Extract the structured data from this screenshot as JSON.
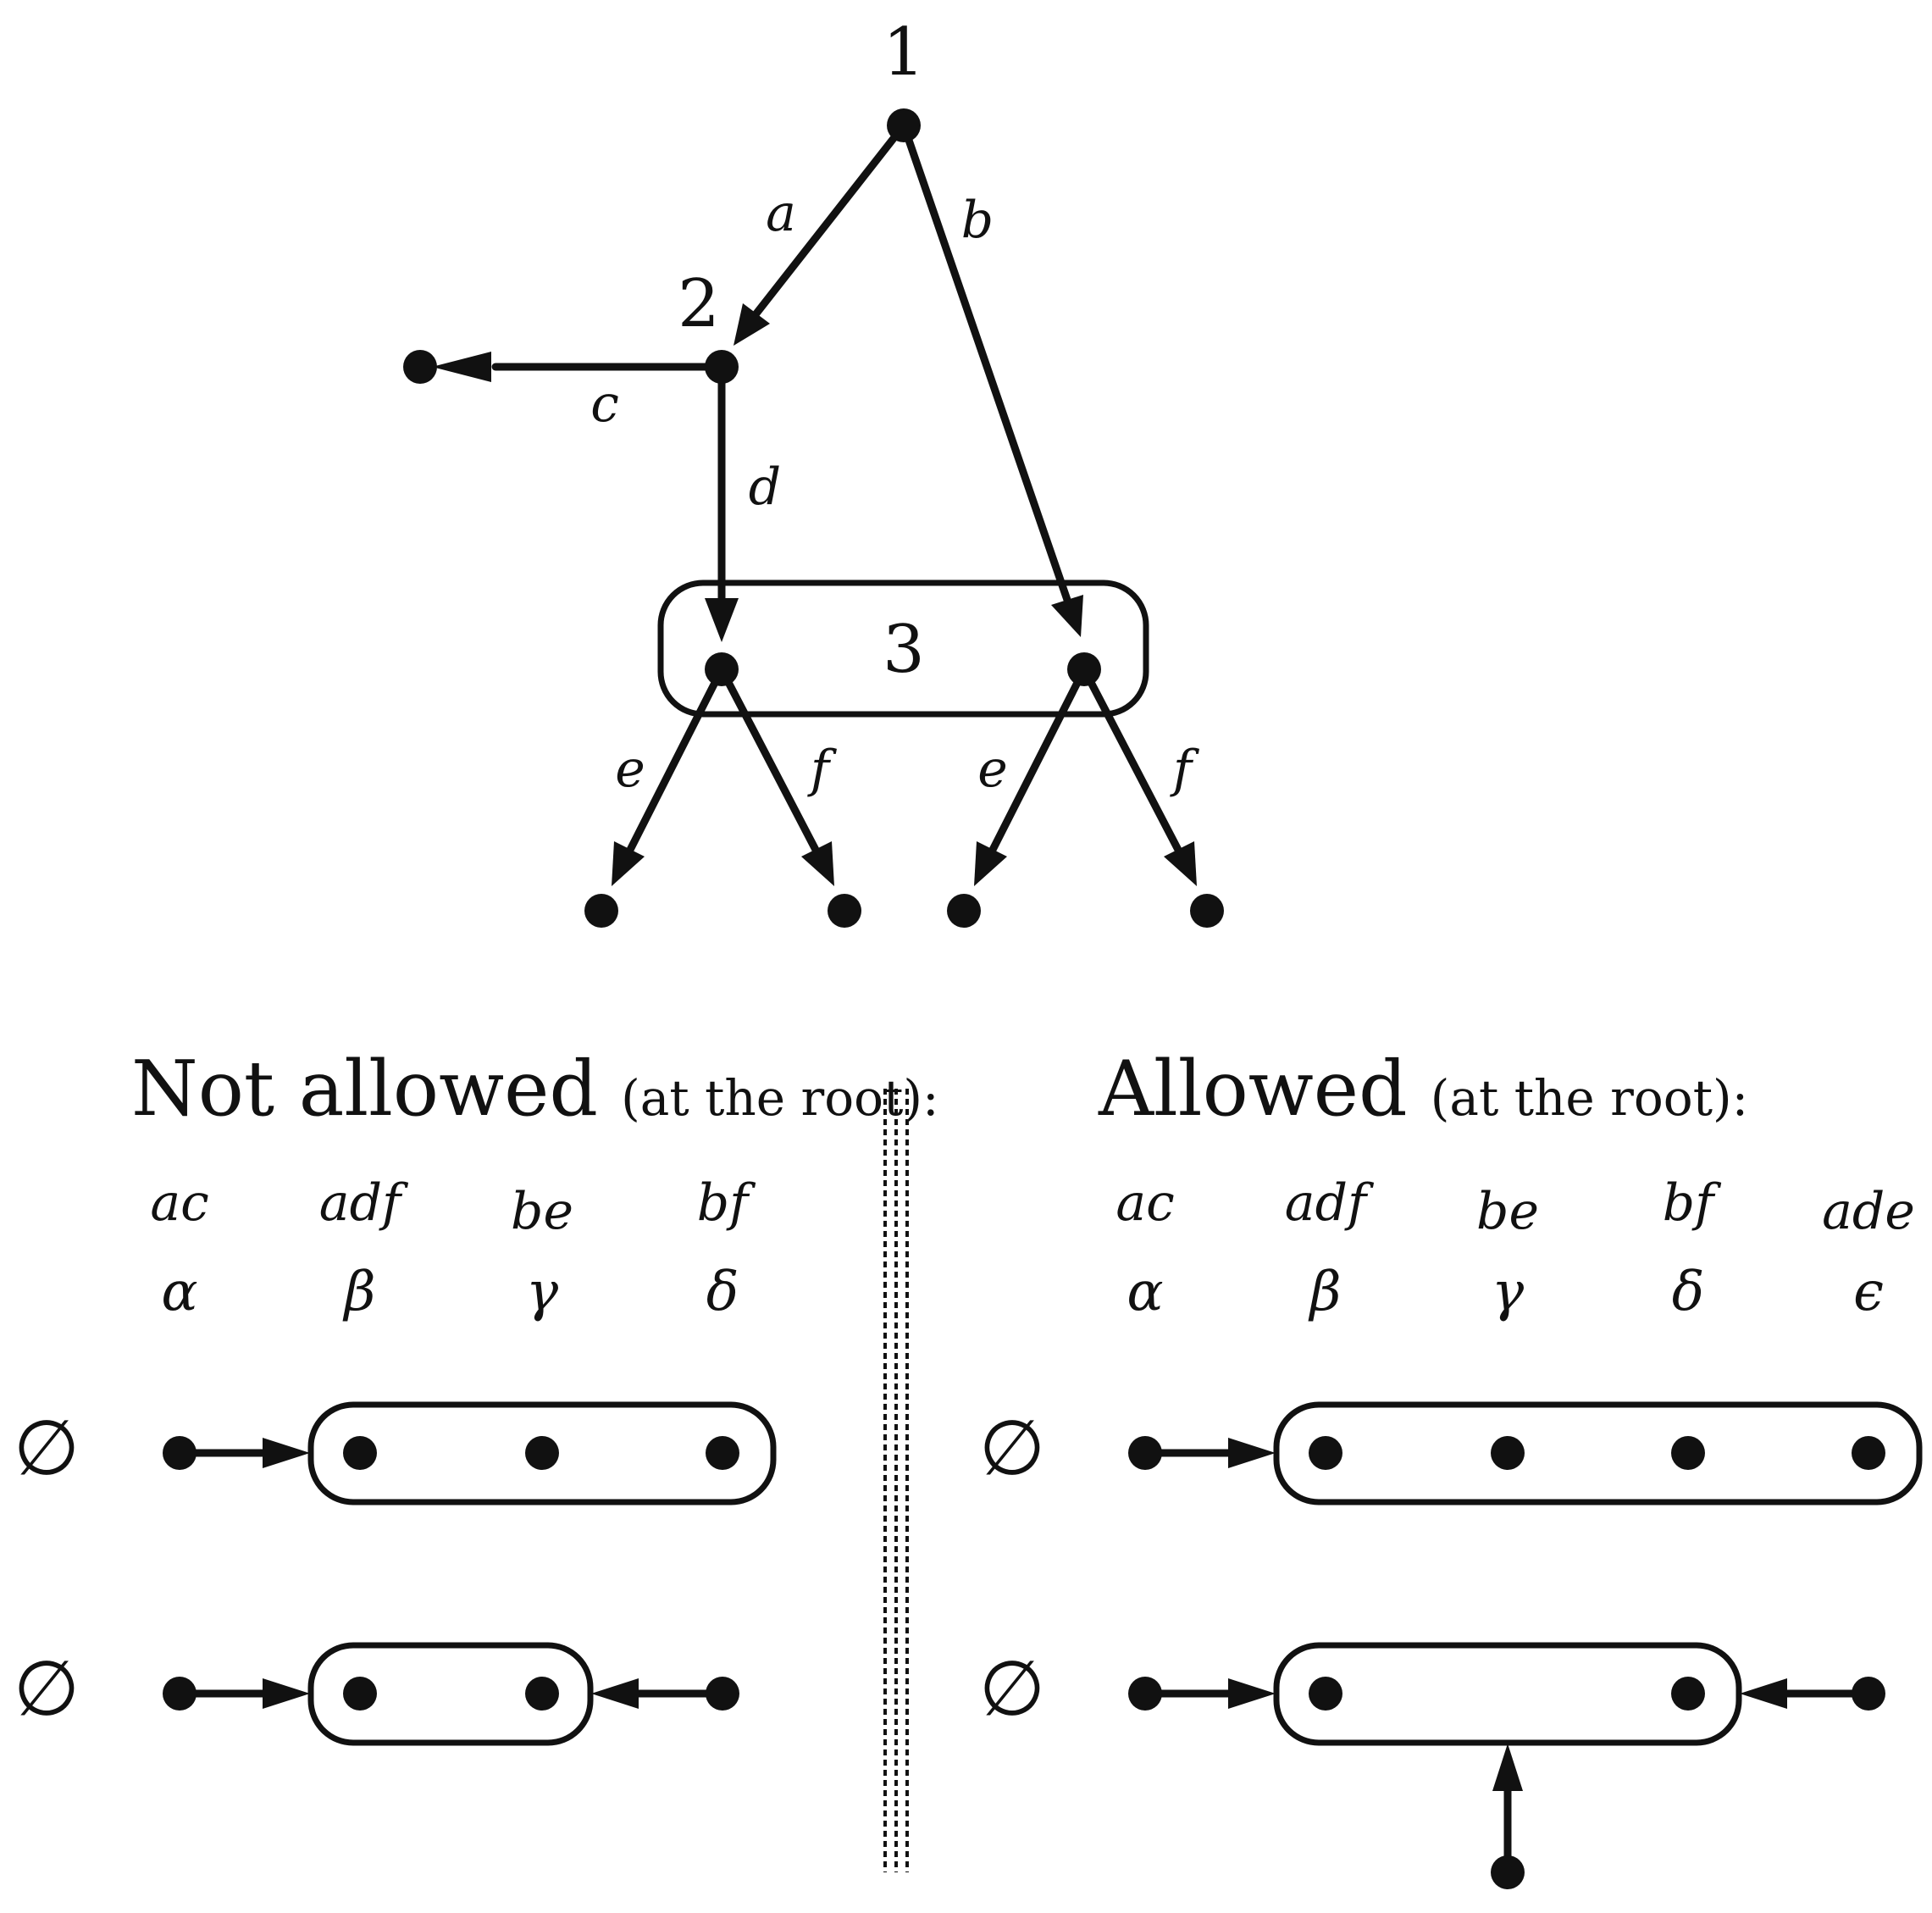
{
  "tree": {
    "node_labels": {
      "root": "1",
      "middle": "2",
      "infoset": "3"
    },
    "edge_labels": {
      "a": "a",
      "b": "b",
      "c": "c",
      "d": "d",
      "e_left": "e",
      "f_left": "f",
      "e_right": "e",
      "f_right": "f"
    }
  },
  "not_allowed": {
    "heading_main": "Not allowed",
    "heading_sub": "(at the root):",
    "sequences": [
      "ac",
      "adf",
      "be",
      "bf"
    ],
    "greek": [
      "α",
      "β",
      "γ",
      "δ"
    ],
    "empty_row1": "∅",
    "empty_row2": "∅"
  },
  "allowed": {
    "heading_main": "Allowed",
    "heading_sub": "(at the root):",
    "sequences": [
      "ac",
      "adf",
      "be",
      "bf",
      "ade"
    ],
    "greek": [
      "α",
      "β",
      "γ",
      "δ",
      "ϵ"
    ],
    "empty_row1": "∅",
    "empty_row2": "∅"
  }
}
